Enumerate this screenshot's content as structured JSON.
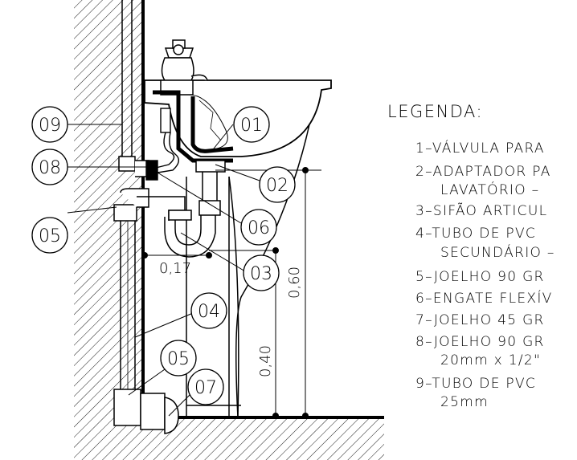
{
  "callouts": {
    "c01": "01",
    "c02": "02",
    "c03": "03",
    "c04": "04",
    "c05a": "05",
    "c05b": "05",
    "c06": "06",
    "c07": "07",
    "c08": "08",
    "c09": "09"
  },
  "dimensions": {
    "horizontal": "0,17",
    "vertical_short": "0,40",
    "vertical_tall": "0,60"
  },
  "legend": {
    "title": "LEGENDA:",
    "lines": [
      "1–VÁLVULA PARA",
      "2–ADAPTADOR PA",
      "LAVATÓRIO –",
      "3–SIFÃO ARTICUL",
      "4–TUBO DE PVC",
      "SECUNDÁRIO –",
      "5–JOELHO 90 GR",
      "6–ENGATE FLEXÍV",
      "7–JOELHO 45 GR",
      "8–JOELHO 90 GR",
      "20mm x 1/2\"",
      "9–TUBO DE PVC",
      "25mm"
    ]
  },
  "colors": {
    "line": "#000000",
    "background": "#ffffff"
  }
}
